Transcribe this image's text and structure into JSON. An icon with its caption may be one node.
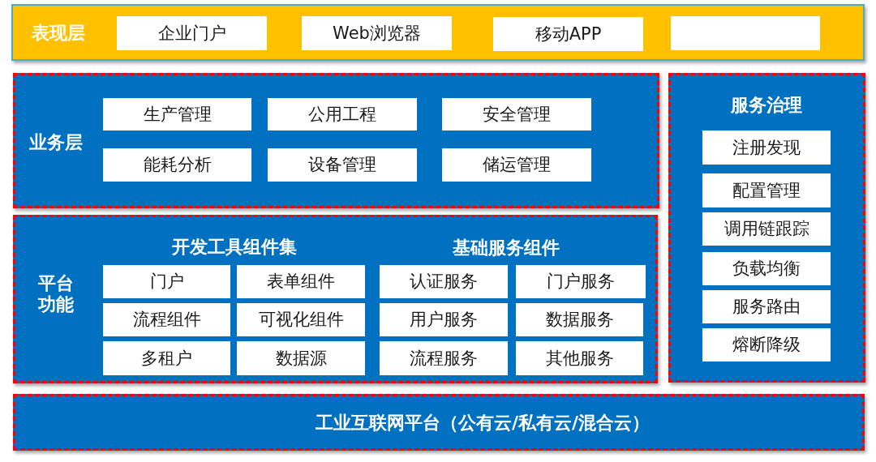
{
  "diagram": {
    "nodes": [
      {
        "text": [
          "表现层"
        ]
      },
      {
        "text": [
          "企业门户"
        ],
        "in": 0
      },
      {
        "text": [
          "Web浏览器"
        ],
        "in": 0
      },
      {
        "text": [
          "移动APP"
        ],
        "in": 0
      },
      {
        "text": [],
        "shape": "box",
        "in": 0
      },
      {
        "text": [
          "业务层"
        ]
      },
      {
        "text": [
          "生产管理"
        ],
        "in": 5
      },
      {
        "text": [
          "公用工程"
        ],
        "in": 5
      },
      {
        "text": [
          "安全管理"
        ],
        "in": 5
      },
      {
        "text": [
          "能耗分析"
        ],
        "in": 5
      },
      {
        "text": [
          "设备管理"
        ],
        "in": 5
      },
      {
        "text": [
          "储运管理"
        ],
        "in": 5
      },
      {
        "text": [
          "平台功能",
          "开发工具组件集",
          "基础服务组件"
        ]
      },
      {
        "text": [
          "门户"
        ],
        "in": 12
      },
      {
        "text": [
          "表单组件"
        ],
        "in": 12
      },
      {
        "text": [
          "流程组件"
        ],
        "in": 12
      },
      {
        "text": [
          "可视化组件"
        ],
        "in": 12
      },
      {
        "text": [
          "多租户"
        ],
        "in": 12
      },
      {
        "text": [
          "数据源"
        ],
        "in": 12
      },
      {
        "text": [
          "认证服务"
        ],
        "in": 12
      },
      {
        "text": [
          "门户服务"
        ],
        "in": 12
      },
      {
        "text": [
          "用户服务"
        ],
        "in": 12
      },
      {
        "text": [
          "数据服务"
        ],
        "in": 12
      },
      {
        "text": [
          "流程服务"
        ],
        "in": 12
      },
      {
        "text": [
          "其他服务"
        ],
        "in": 12
      },
      {
        "text": [
          "服务治理"
        ]
      },
      {
        "text": [
          "注册发现"
        ],
        "in": 25
      },
      {
        "text": [
          "配置管理"
        ],
        "in": 25
      },
      {
        "text": [
          "调用链跟踪"
        ],
        "in": 25
      },
      {
        "text": [
          "负载均衡"
        ],
        "in": 25
      },
      {
        "text": [
          "服务路由"
        ],
        "in": 25
      },
      {
        "text": [
          "熔断降级"
        ],
        "in": 25
      },
      {
        "text": [
          "工业互联网平台（公有云/私有云/混合云）"
        ]
      }
    ]
  }
}
